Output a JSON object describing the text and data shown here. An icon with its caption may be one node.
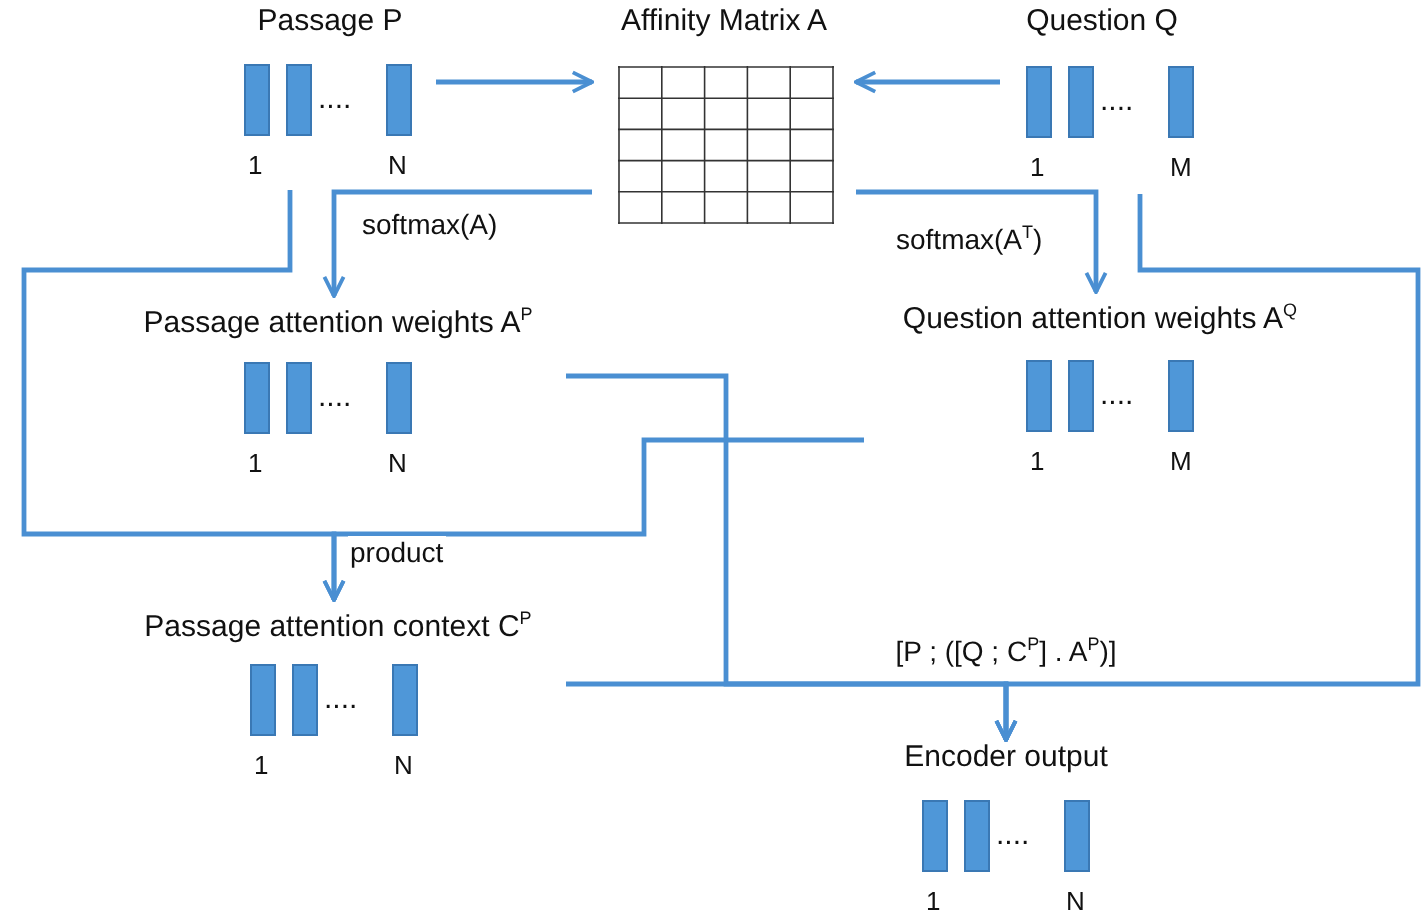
{
  "diagram": {
    "nodes": [
      {
        "text": [
          "Passage P",
          "....",
          "1",
          "N"
        ]
      },
      {
        "text": [
          "Affinity Matrix A"
        ]
      },
      {
        "text": [
          "Question Q",
          "....",
          "1",
          "M"
        ]
      },
      {
        "text": [
          "Passage attention weights A$^{P}$",
          "....",
          "1",
          "N"
        ]
      },
      {
        "text": [
          "Question attention weights A$^{Q}$",
          "....",
          "1",
          "M"
        ]
      },
      {
        "text": [
          "Passage attention context C$^{P}$",
          "....",
          "1",
          "N"
        ]
      },
      {
        "text": [
          "Encoder output",
          "....",
          "1",
          "N"
        ]
      }
    ],
    "edges": [
      {
        "from": 0,
        "to": 1,
        "arrow": "to"
      },
      {
        "from": 2,
        "to": 1,
        "arrow": "to"
      },
      {
        "from": 1,
        "to": 3,
        "arrow": "to",
        "label": "softmax(A)"
      },
      {
        "from": 1,
        "to": 4,
        "arrow": "to",
        "label": "softmax(A$^{T}$)"
      },
      {
        "from": 0,
        "to": 5,
        "arrow": "to",
        "label": "product"
      },
      {
        "from": 4,
        "to": 5,
        "arrow": "to"
      },
      {
        "from": 2,
        "to": 6,
        "arrow": "to"
      },
      {
        "from": 3,
        "to": 6,
        "arrow": "to"
      },
      {
        "from": 5,
        "to": 6,
        "arrow": "to",
        "label": "[P ; ([Q ; C$^{P}$] . A$^{P}$)]"
      }
    ]
  }
}
